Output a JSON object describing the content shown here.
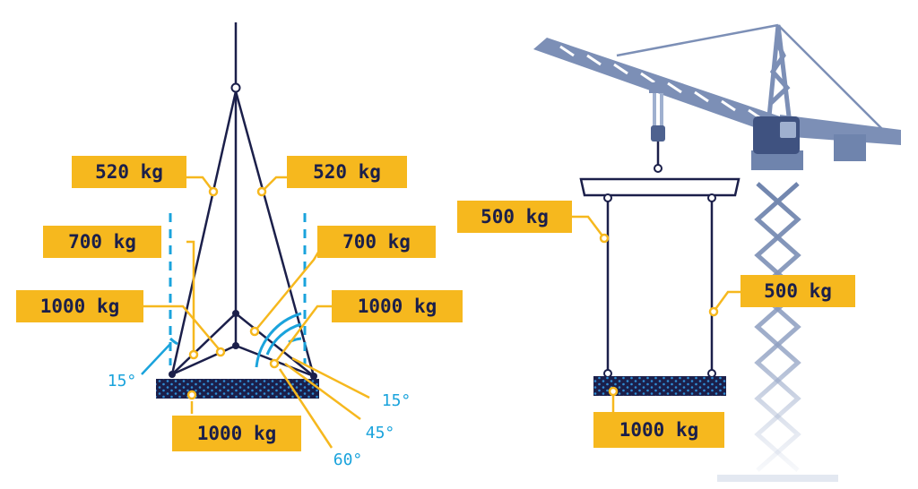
{
  "colors": {
    "navy": "#1b1f4a",
    "label_bg": "#f6b81e",
    "leader": "#f6b81e",
    "angle": "#1aa3dc",
    "crane": "#7c8fb6",
    "crane_dark": "#4e628f"
  },
  "left_rigging": {
    "labels": [
      "520 kg",
      "520 kg",
      "700 kg",
      "700 kg",
      "1000 kg",
      "1000 kg",
      "1000 kg"
    ],
    "angles": [
      "15°",
      "15°",
      "45°",
      "60°"
    ]
  },
  "right_rigging": {
    "labels": [
      "500 kg",
      "500 kg",
      "1000 kg"
    ]
  }
}
